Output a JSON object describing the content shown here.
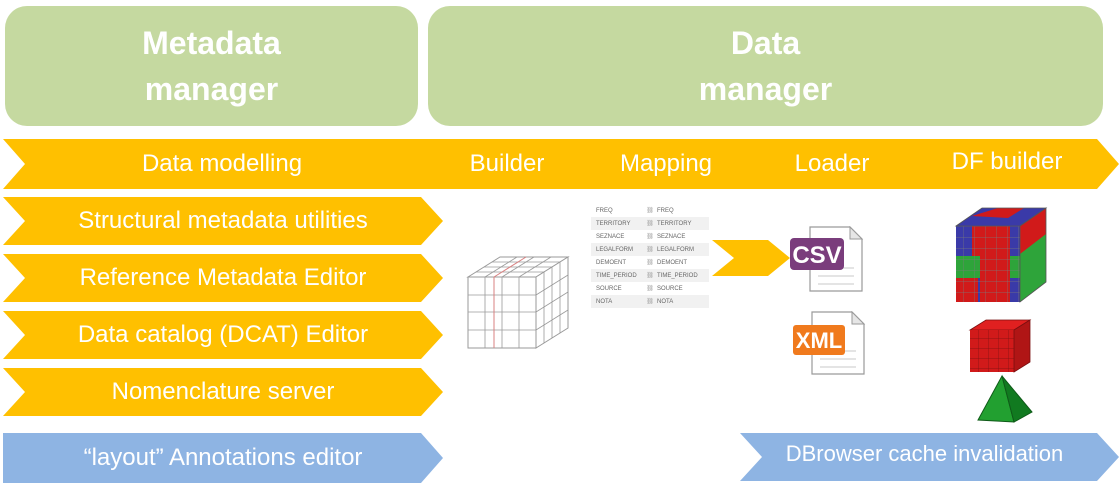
{
  "headers": {
    "metadata": [
      "Metadata",
      "manager"
    ],
    "data": [
      "Data",
      "manager"
    ]
  },
  "pipeline": {
    "data_modelling": "Data modelling",
    "builder": "Builder",
    "mapping": "Mapping",
    "loader": "Loader",
    "df_builder": "DF builder"
  },
  "tools": [
    "Structural metadata utilities",
    "Reference Metadata Editor",
    "Data catalog (DCAT) Editor",
    "Nomenclature server"
  ],
  "blue_left": "“layout” Annotations editor",
  "blue_right": "DBrowser cache invalidation",
  "mapping_table": [
    [
      "FREQ",
      "FREQ"
    ],
    [
      "TERRITORY",
      "TERRITORY"
    ],
    [
      "SEZNACE",
      "SEZNACE"
    ],
    [
      "LEGALFORM",
      "LEGALFORM"
    ],
    [
      "DEMOENT",
      "DEMOENT"
    ],
    [
      "TIME_PERIOD",
      "TIME_PERIOD"
    ],
    [
      "SOURCE",
      "SOURCE"
    ],
    [
      "NOTA",
      "NOTA"
    ]
  ],
  "files": {
    "csv": "CSV",
    "xml": "XML"
  },
  "icons": {
    "cube": "grid-cube-icon",
    "link": "link-icon",
    "csv": "csv-file-icon",
    "xml": "xml-file-icon",
    "df_cube": "colored-cube-icon",
    "df_small_cube": "red-cube-icon",
    "pyramid": "pyramid-icon"
  },
  "colors": {
    "header_green": "#c5d9a0",
    "arrow_gold": "#ffc000",
    "arrow_blue": "#8eb4e3"
  }
}
